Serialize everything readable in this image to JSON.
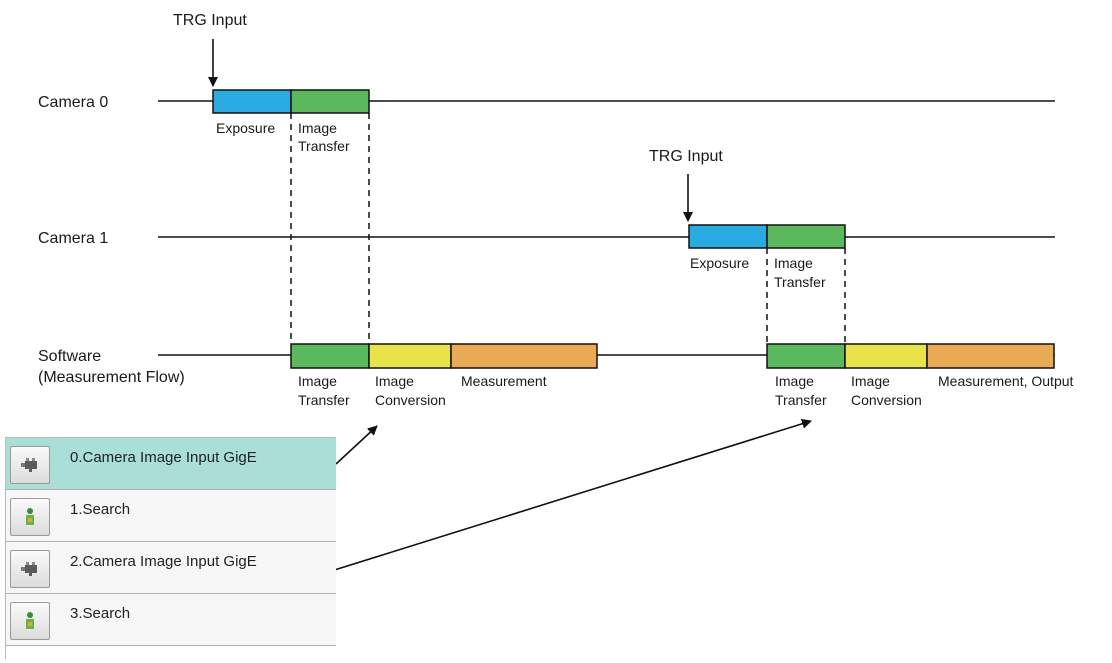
{
  "triggers": {
    "trg0": "TRG Input",
    "trg1": "TRG Input"
  },
  "rows": {
    "camera0": "Camera 0",
    "camera1": "Camera 1",
    "software_line1": "Software",
    "software_line2": "(Measurement Flow)"
  },
  "camera0_blocks": {
    "exposure": "Exposure",
    "transfer_line1": "Image",
    "transfer_line2": "Transfer"
  },
  "camera1_blocks": {
    "exposure": "Exposure",
    "transfer_line1": "Image",
    "transfer_line2": "Transfer"
  },
  "software_blocks_0": {
    "transfer_line1": "Image",
    "transfer_line2": "Transfer",
    "conversion_line1": "Image",
    "conversion_line2": "Conversion",
    "measurement": "Measurement"
  },
  "software_blocks_1": {
    "transfer_line1": "Image",
    "transfer_line2": "Transfer",
    "conversion_line1": "Image",
    "conversion_line2": "Conversion",
    "measurement": "Measurement, Output"
  },
  "colors": {
    "exposure": "#29abe2",
    "transfer": "#5cb85c",
    "conversion": "#e8e34a",
    "measurement": "#eaa955",
    "selected_row": "#a9dfd6"
  },
  "flow": {
    "items": [
      {
        "label": "0.Camera Image Input GigE",
        "icon": "camera-icon",
        "selected": true
      },
      {
        "label": "1.Search",
        "icon": "search-icon",
        "selected": false
      },
      {
        "label": "2.Camera Image Input GigE",
        "icon": "camera-icon",
        "selected": false
      },
      {
        "label": "3.Search",
        "icon": "search-icon",
        "selected": false
      }
    ]
  }
}
